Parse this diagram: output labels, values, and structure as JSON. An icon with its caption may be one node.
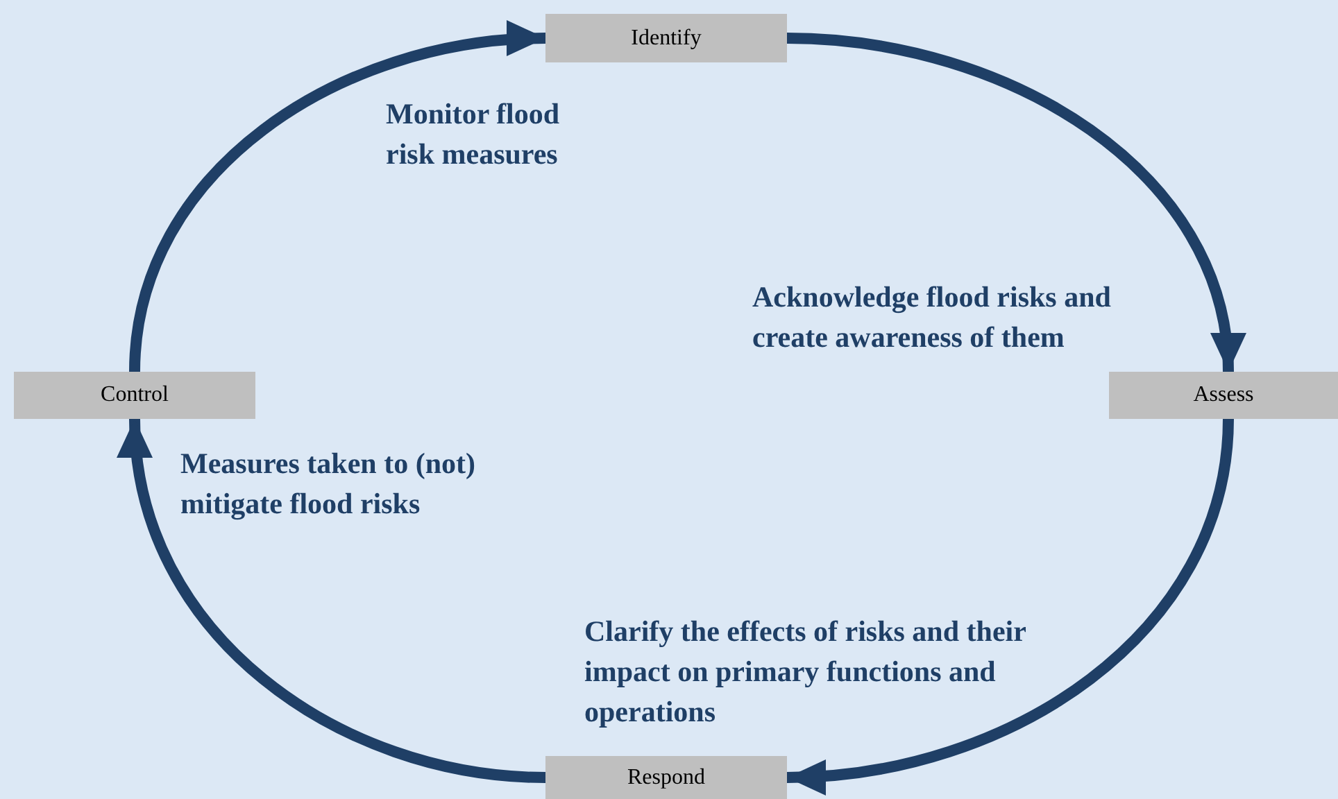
{
  "diagram": {
    "nodes": [
      {
        "text": [
          "Identify"
        ]
      },
      {
        "text": [
          "Control"
        ]
      },
      {
        "text": [
          "Assess"
        ]
      },
      {
        "text": [
          "Respond"
        ]
      }
    ],
    "edges": [
      {
        "from": 1,
        "to": 0,
        "arrow": "to"
      },
      {
        "from": 0,
        "to": 2,
        "arrow": "to"
      },
      {
        "from": 2,
        "to": 3,
        "arrow": "to"
      },
      {
        "from": 3,
        "to": 1,
        "arrow": "to"
      }
    ],
    "labels": [
      "Monitor flood risk measures",
      "Acknowledge flood risks and create awareness of them",
      "Measures taken to (not) mitigate flood risks",
      "Clarify the effects of risks and their impact on primary functions and operations"
    ]
  }
}
